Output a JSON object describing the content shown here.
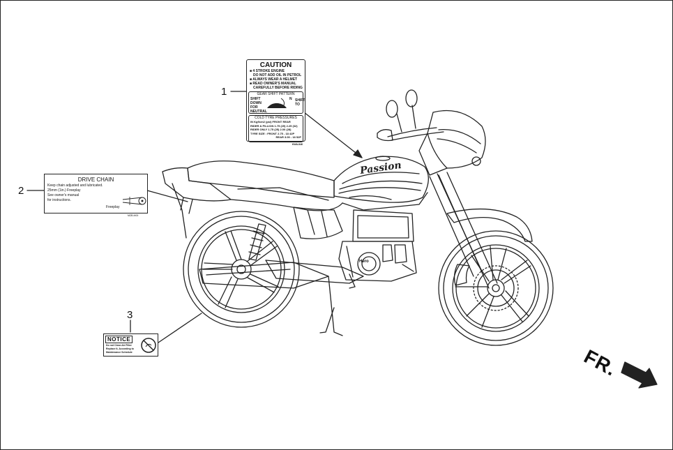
{
  "callouts": [
    {
      "number": "1"
    },
    {
      "number": "2"
    },
    {
      "number": "3"
    }
  ],
  "caution_label": {
    "title": "CAUTION",
    "lines": [
      "■ 4 STROKE ENGINE",
      "DO NOT ADD OIL IN PETROL",
      "■ ALWAYS WEAR A HELMET",
      "■ READ OWNER'S MANUAL",
      "CAREFULLY BEFORE RIDING"
    ],
    "gear_title": "GEAR SHIFT PATTERN",
    "gear_left": [
      "SHIFT",
      "DOWN",
      "FOR",
      "NEUTRAL"
    ],
    "gear_n": "N",
    "gear_right": [
      "SHIFT",
      "TO"
    ],
    "tyre_title": "COLD TYRE PRESSURES",
    "tyre_rows": [
      "IN Kgf/cm2 (psi)        FRONT     REAR",
      "RIDER & PILLION  1.75 (25)   2.25 (32)",
      "RIDER ONLY        1.75 (25)   2.00 (28)",
      "TYRE SIZE : FRONT  2.75 - 18 42P",
      "REAR   3.00 - 18 52P"
    ],
    "code": "KWA-846"
  },
  "drive_chain_label": {
    "title": "DRIVE CHAIN",
    "lines": [
      "Keep chain adjusted and lubricated.",
      "25mm (1in.) Freeplay",
      "See owner's manual",
      "for instructions."
    ],
    "freeplay": "Freeplay",
    "code": "MZB-M00"
  },
  "notice_label": {
    "title": "NOTICE",
    "lines": [
      "Do not Clean Air Filter",
      "Replace It, According to",
      "Maintenance Schedule"
    ]
  },
  "direction_indicator": {
    "text": "FR."
  },
  "engine_badge": {
    "text": "Hero"
  },
  "tank_badge": {
    "text": "Passion"
  }
}
